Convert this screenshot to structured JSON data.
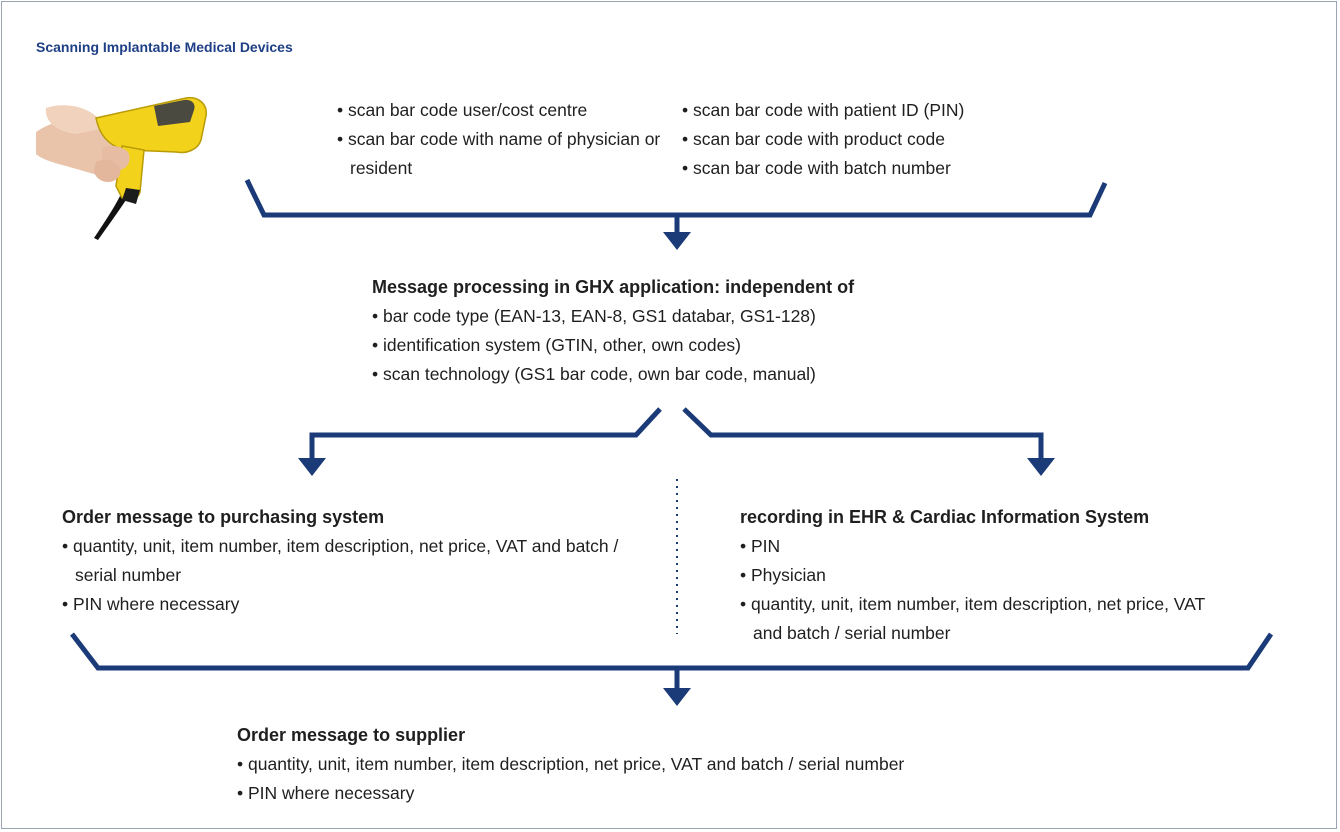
{
  "title": "Scanning Implantable Medical Devices",
  "scan_steps_left": [
    "scan bar code user/cost centre",
    "scan bar code with name of physician or resident"
  ],
  "scan_steps_right": [
    "scan bar code with patient ID (PIN)",
    "scan bar code with product code",
    "scan bar code with batch number"
  ],
  "processing": {
    "heading": "Message processing in GHX application: independent of",
    "items": [
      "bar code type (EAN-13, EAN-8, GS1 databar, GS1-128)",
      "identification system (GTIN, other, own codes)",
      "scan technology (GS1 bar code, own bar code, manual)"
    ]
  },
  "purchasing": {
    "heading": "Order message to purchasing system",
    "items": [
      "quantity, unit, item number, item description, net price, VAT and batch / serial number",
      "PIN where necessary"
    ]
  },
  "ehr": {
    "heading": "recording in EHR & Cardiac Information System",
    "items": [
      "PIN",
      "Physician",
      "quantity, unit, item number, item description, net price, VAT and batch / serial number"
    ]
  },
  "supplier": {
    "heading": "Order message to supplier",
    "items": [
      "quantity, unit, item number, item description, net price, VAT and batch / serial number",
      "PIN where necessary"
    ]
  },
  "colors": {
    "navy": "#1b3a78",
    "title_blue": "#1e3f86",
    "scanner_yellow": "#f2d21a",
    "frame_border": "#9aa4b4"
  },
  "icons": {
    "scanner": "handheld-barcode-scanner-icon"
  }
}
